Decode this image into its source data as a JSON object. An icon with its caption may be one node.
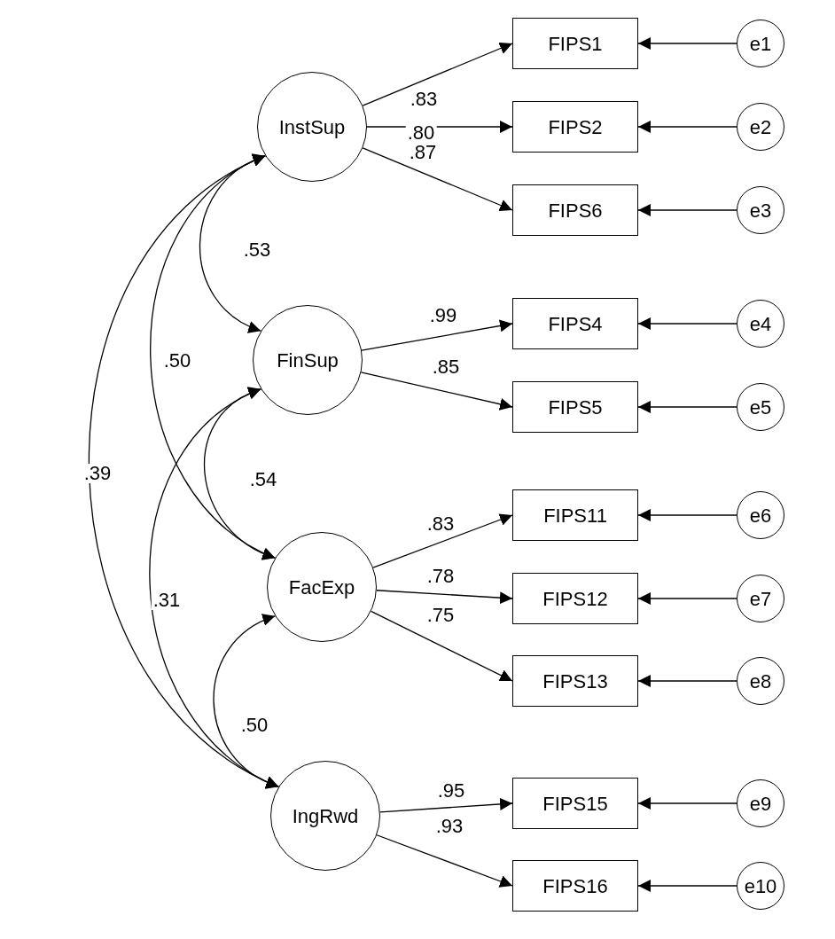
{
  "diagram": {
    "nodes": [
      {
        "text": [
          "InstSup"
        ]
      },
      {
        "text": [
          "FinSup"
        ]
      },
      {
        "text": [
          "FacExp"
        ]
      },
      {
        "text": [
          "IngRwd"
        ]
      },
      {
        "text": [
          "FIPS1"
        ]
      },
      {
        "text": [
          "FIPS2"
        ]
      },
      {
        "text": [
          "FIPS6"
        ]
      },
      {
        "text": [
          "FIPS4"
        ]
      },
      {
        "text": [
          "FIPS5"
        ]
      },
      {
        "text": [
          "FIPS11"
        ]
      },
      {
        "text": [
          "FIPS12"
        ]
      },
      {
        "text": [
          "FIPS13"
        ]
      },
      {
        "text": [
          "FIPS15"
        ]
      },
      {
        "text": [
          "FIPS16"
        ]
      },
      {
        "text": [
          "e1"
        ]
      },
      {
        "text": [
          "e2"
        ]
      },
      {
        "text": [
          "e3"
        ]
      },
      {
        "text": [
          "e4"
        ]
      },
      {
        "text": [
          "e5"
        ]
      },
      {
        "text": [
          "e6"
        ]
      },
      {
        "text": [
          "e7"
        ]
      },
      {
        "text": [
          "e8"
        ]
      },
      {
        "text": [
          "e9"
        ]
      },
      {
        "text": [
          "e10"
        ]
      }
    ],
    "edges": [
      {
        "from": 0,
        "to": 4,
        "arrow": "to",
        "label": ".83"
      },
      {
        "from": 0,
        "to": 5,
        "arrow": "to",
        "label": ".80"
      },
      {
        "from": 0,
        "to": 6,
        "arrow": "to",
        "label": ".87"
      },
      {
        "from": 1,
        "to": 7,
        "arrow": "to",
        "label": ".99"
      },
      {
        "from": 1,
        "to": 8,
        "arrow": "to",
        "label": ".85"
      },
      {
        "from": 2,
        "to": 9,
        "arrow": "to",
        "label": ".83"
      },
      {
        "from": 2,
        "to": 10,
        "arrow": "to",
        "label": ".78"
      },
      {
        "from": 2,
        "to": 11,
        "arrow": "to",
        "label": ".75"
      },
      {
        "from": 3,
        "to": 12,
        "arrow": "to",
        "label": ".95"
      },
      {
        "from": 3,
        "to": 13,
        "arrow": "to",
        "label": ".93"
      },
      {
        "from": 14,
        "to": 4,
        "arrow": "to"
      },
      {
        "from": 15,
        "to": 5,
        "arrow": "to"
      },
      {
        "from": 16,
        "to": 6,
        "arrow": "to"
      },
      {
        "from": 17,
        "to": 7,
        "arrow": "to"
      },
      {
        "from": 18,
        "to": 8,
        "arrow": "to"
      },
      {
        "from": 19,
        "to": 9,
        "arrow": "to"
      },
      {
        "from": 20,
        "to": 10,
        "arrow": "to"
      },
      {
        "from": 21,
        "to": 11,
        "arrow": "to"
      },
      {
        "from": 22,
        "to": 12,
        "arrow": "to"
      },
      {
        "from": 23,
        "to": 13,
        "arrow": "to"
      },
      {
        "from": 0,
        "to": 1,
        "arrow": "both",
        "label": ".53"
      },
      {
        "from": 1,
        "to": 2,
        "arrow": "both",
        "label": ".54"
      },
      {
        "from": 2,
        "to": 3,
        "arrow": "both",
        "label": ".50"
      },
      {
        "from": 0,
        "to": 2,
        "arrow": "both",
        "label": ".50"
      },
      {
        "from": 1,
        "to": 3,
        "arrow": "both",
        "label": ".31"
      },
      {
        "from": 0,
        "to": 3,
        "arrow": "both",
        "label": ".39"
      }
    ]
  }
}
